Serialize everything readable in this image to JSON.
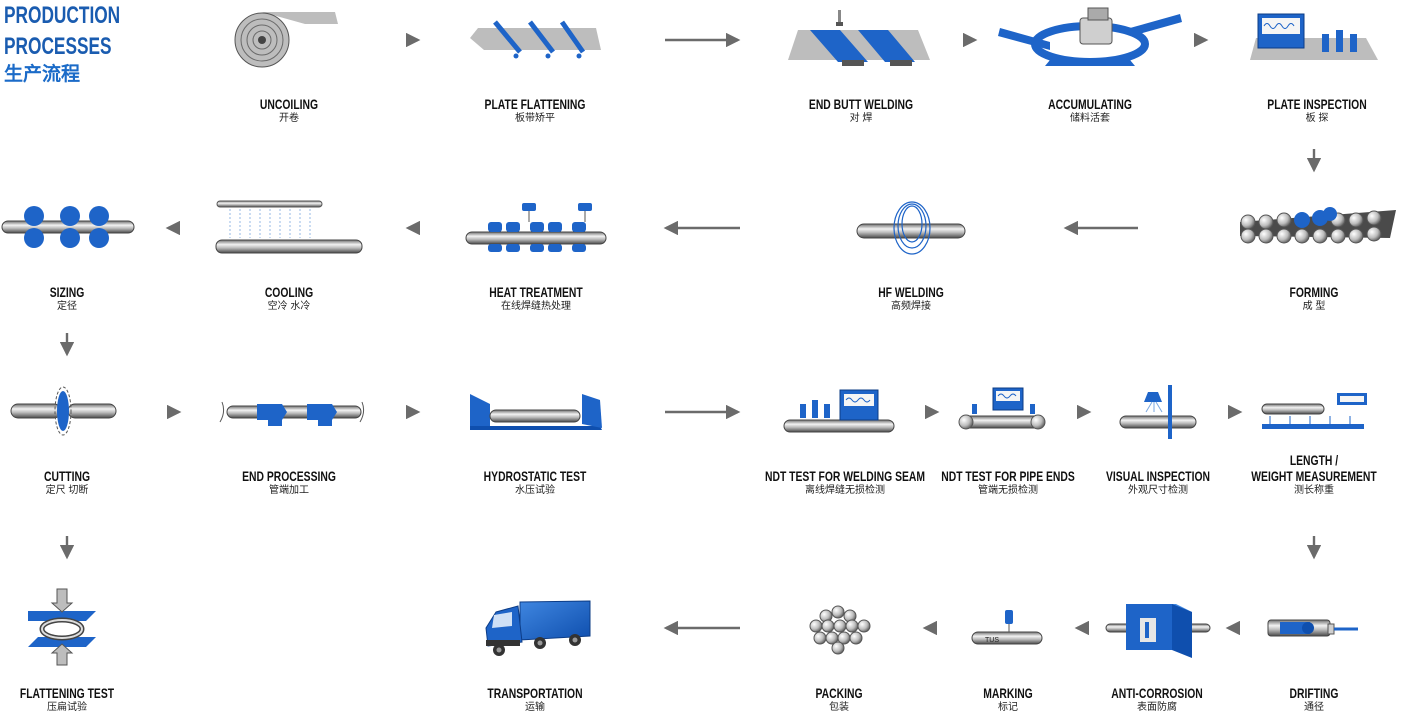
{
  "title": {
    "en_line1": "PRODUCTION",
    "en_line2": "PROCESSES",
    "zh": "生产流程"
  },
  "colors": {
    "blue": "#1e64c8",
    "grey": "#b9b9b9",
    "arrow": "#6b6b6b"
  },
  "steps": {
    "uncoiling": {
      "en": "UNCOILING",
      "zh": "开卷"
    },
    "flattening": {
      "en": "PLATE FLATTENING",
      "zh": "板带矫平"
    },
    "butt_welding": {
      "en": "END BUTT WELDING",
      "zh": "对 焊"
    },
    "accumulating": {
      "en": "ACCUMULATING",
      "zh": "储料活套"
    },
    "plate_inspect": {
      "en": "PLATE INSPECTION",
      "zh": "板 探"
    },
    "forming": {
      "en": "FORMING",
      "zh": "成 型"
    },
    "hf_welding": {
      "en": "HF WELDING",
      "zh": "高频焊接"
    },
    "heat_treatment": {
      "en": "HEAT TREATMENT",
      "zh": "在线焊缝热处理"
    },
    "cooling": {
      "en": "COOLING",
      "zh": "空冷  水冷"
    },
    "sizing": {
      "en": "SIZING",
      "zh": "定径"
    },
    "cutting": {
      "en": "CUTTING",
      "zh": "定尺  切断"
    },
    "end_processing": {
      "en": "END PROCESSING",
      "zh": "管端加工"
    },
    "hydrostatic": {
      "en": "HYDROSTATIC TEST",
      "zh": "水压试验"
    },
    "ndt_seam": {
      "en": "NDT TEST FOR WELDING SEAM",
      "zh": "离线焊缝无损检测"
    },
    "ndt_ends": {
      "en": "NDT TEST FOR PIPE ENDS",
      "zh": "管端无损检测"
    },
    "visual": {
      "en": "VISUAL INSPECTION",
      "zh": "外观尺寸检测"
    },
    "length_weight": {
      "en_line1": "LENGTH /",
      "en_line2": "WEIGHT MEASUREMENT",
      "zh": "测长称重"
    },
    "flattening_test": {
      "en": "FLATTENING TEST",
      "zh": "压扁试验"
    },
    "transportation": {
      "en": "TRANSPORTATION",
      "zh": "运输"
    },
    "packing": {
      "en": "PACKING",
      "zh": "包装"
    },
    "marking": {
      "en": "MARKING",
      "zh": "标记",
      "stamp": "TUS"
    },
    "anti_corrosion": {
      "en": "ANTI-CORROSION",
      "zh": "表面防腐"
    },
    "drifting": {
      "en": "DRIFTING",
      "zh": "通径"
    }
  }
}
